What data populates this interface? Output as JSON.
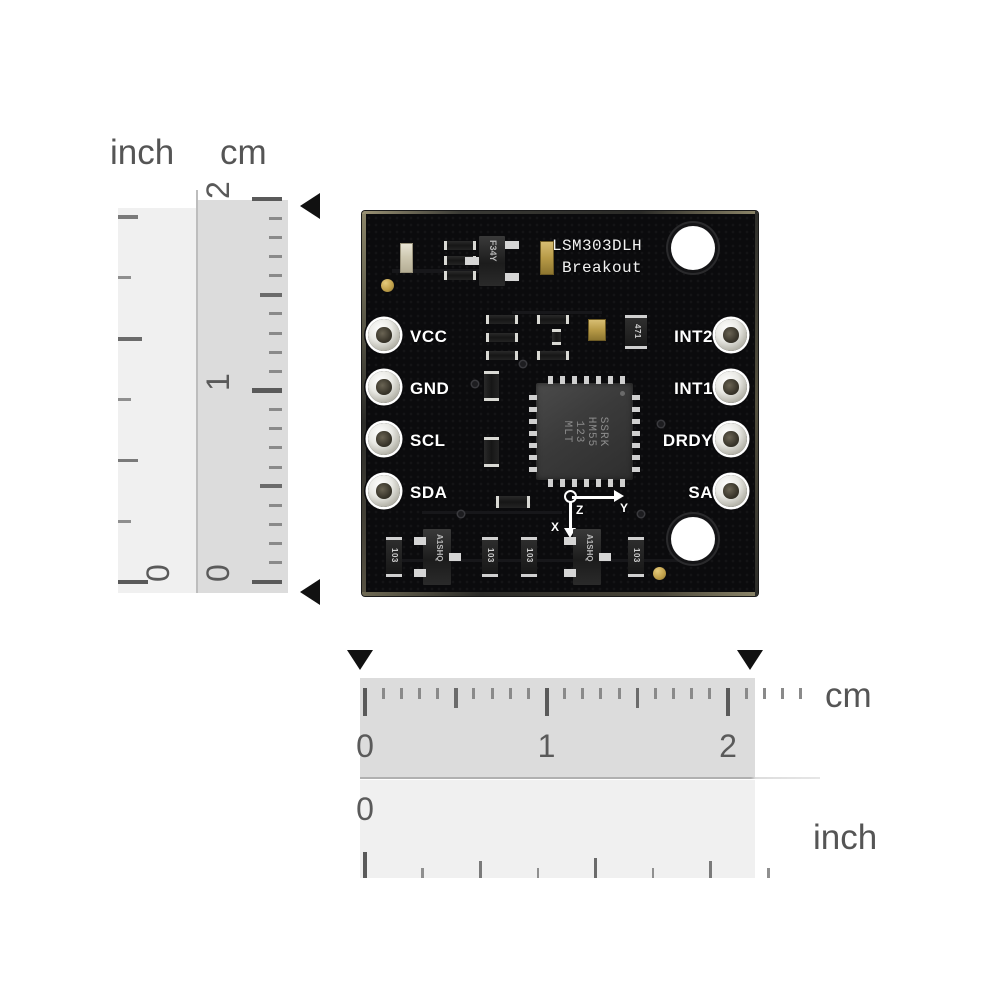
{
  "page": {
    "title": "LSM303DLH Breakout board product photo with rulers",
    "background_color": "#ffffff"
  },
  "vertical_ruler": {
    "name": "vertical-ruler",
    "inch_unit_label": "inch",
    "cm_unit_label": "cm",
    "cm_numbers": [
      "2",
      "1",
      "0"
    ],
    "inch_numbers": [
      "0"
    ],
    "cm_range": [
      0,
      2.2
    ],
    "inch_range": [
      0,
      0.9
    ],
    "band_color_inch": "#f0f0f0",
    "band_color_cm": "#dcdcdc",
    "tick_color": "#6b6b6b",
    "arrow_color": "#111111",
    "arrow_count": 2
  },
  "horizontal_ruler": {
    "name": "horizontal-ruler",
    "cm_unit_label": "cm",
    "inch_unit_label": "inch",
    "cm_numbers": [
      "0",
      "1",
      "2"
    ],
    "inch_numbers": [
      "0"
    ],
    "cm_range": [
      0,
      2.4
    ],
    "inch_range": [
      0,
      0.95
    ],
    "band_color_cm": "#dcdcdc",
    "band_color_inch": "#f0f0f0",
    "tick_color": "#6b6b6b",
    "arrow_color": "#111111",
    "arrow_count": 2
  },
  "board": {
    "name": "lsm303dlh-breakout-board",
    "silkscreen_title_line1": "LSM303DLH",
    "silkscreen_title_line2": "Breakout",
    "pcb_color": "#0b0b0d",
    "silkscreen_color": "#f2f2f2",
    "pads_left": [
      {
        "label": "VCC"
      },
      {
        "label": "GND"
      },
      {
        "label": "SCL"
      },
      {
        "label": "SDA"
      }
    ],
    "pads_right": [
      {
        "label": "INT2"
      },
      {
        "label": "INT1"
      },
      {
        "label": "DRDY"
      },
      {
        "label": "SA"
      }
    ],
    "ic": {
      "name": "lsm303dlh-sensor-ic",
      "marking": "SSRK\nHM55\n123\nMLT"
    },
    "regulator": {
      "name": "voltage-regulator",
      "marking": "F34Y"
    },
    "resistors": [
      {
        "marking": "103"
      },
      {
        "marking": "103"
      },
      {
        "marking": "103"
      },
      {
        "marking": "103"
      }
    ],
    "transistors": [
      {
        "marking": "A1SHQ"
      },
      {
        "marking": "A1SHQ"
      }
    ],
    "inductor": {
      "marking": "471"
    },
    "axis_indicator": {
      "name": "axis-orientation-marker",
      "x_label": "X",
      "y_label": "Y",
      "z_label": "Z"
    },
    "mounting_holes": 2
  }
}
